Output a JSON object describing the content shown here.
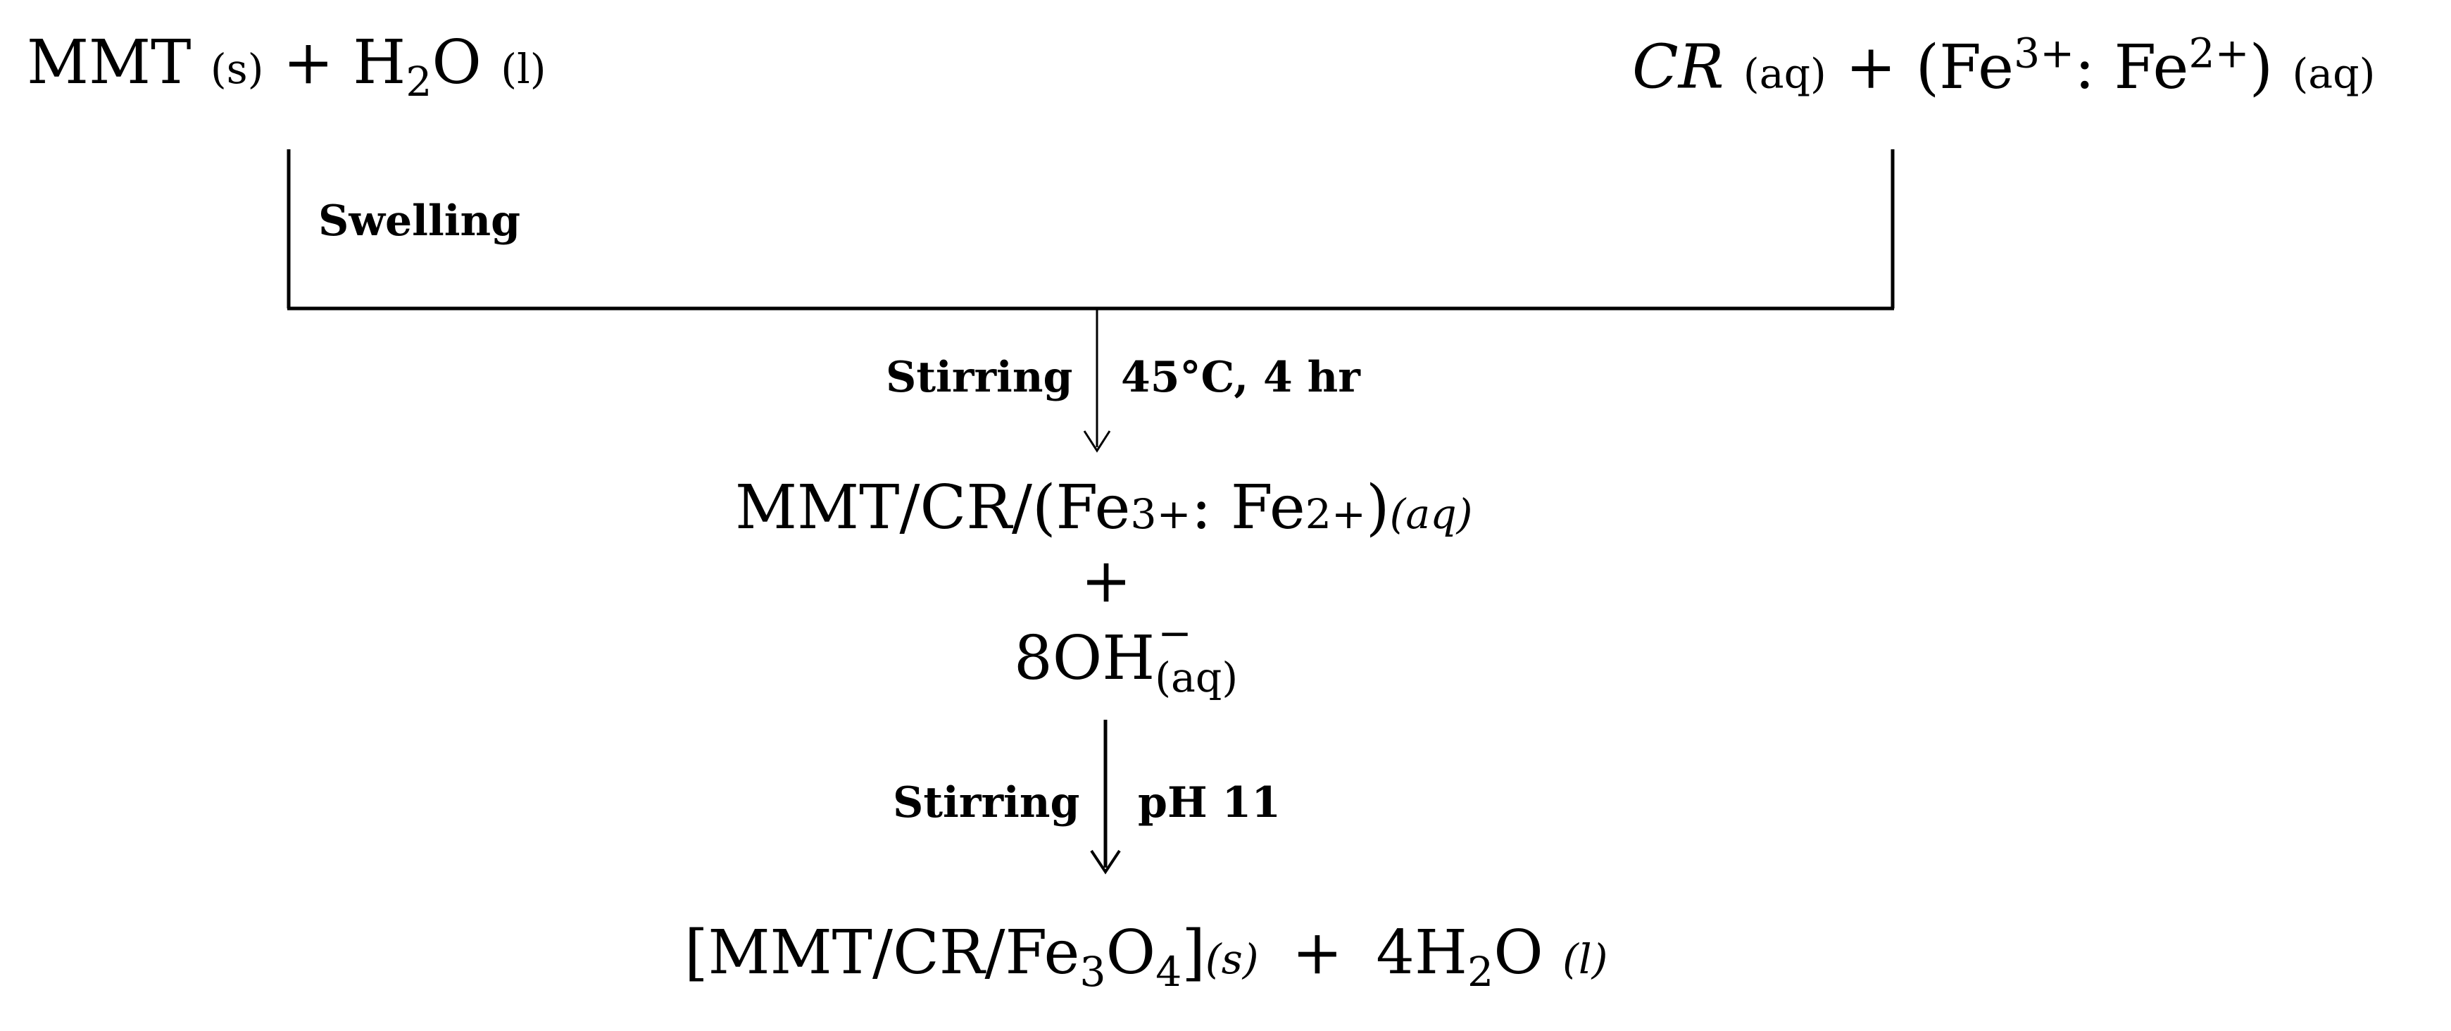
{
  "reactants_left": {
    "mmt": "MMT",
    "mmt_state": "(s)",
    "plus": "+",
    "water_h": "H",
    "water_sub": "2",
    "water_o": "O",
    "water_state": "(l)"
  },
  "reactants_right": {
    "cr": "CR",
    "cr_state": "(aq)",
    "plus": "+",
    "open": "(Fe",
    "fe3_charge": "3+",
    "sep": ": Fe",
    "fe2_charge": "2+",
    "close": ")",
    "state": "(aq)"
  },
  "step1": {
    "label": "Swelling"
  },
  "step2": {
    "left_label": "Stirring",
    "right_label": "45°C, 4 hr"
  },
  "intermediate": {
    "line1": {
      "prefix": "MMT/CR/(Fe",
      "fe3_charge": "3+",
      "sep": ": Fe",
      "fe2_charge": "2+",
      "close": ")",
      "state": "(aq)"
    },
    "plus": "+",
    "line3": {
      "coef_formula": "8OH",
      "charge": "−",
      "state": "(aq)"
    }
  },
  "step3": {
    "left_label": "Stirring",
    "right_label": "pH 11"
  },
  "product": {
    "bracket_open": "[MMT/CR/Fe",
    "fe_sub": "3",
    "o": "O",
    "o_sub": "4",
    "bracket_close": "]",
    "state": "(s)",
    "plus": "+",
    "water_coef_h": "4H",
    "water_sub": "2",
    "water_o": "O",
    "water_state": "(l)"
  }
}
